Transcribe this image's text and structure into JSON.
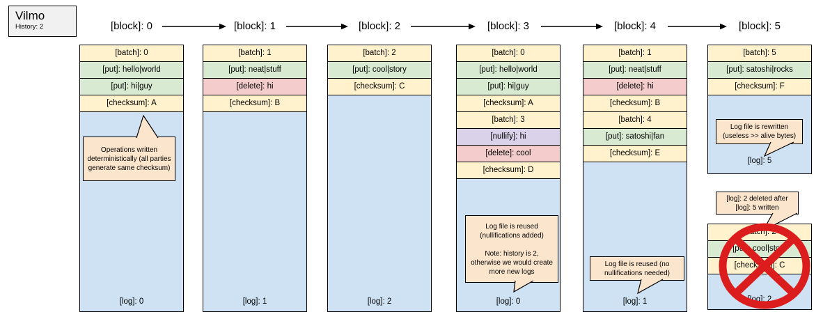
{
  "app": {
    "name": "Vilmo",
    "history": "History: 2"
  },
  "colors": {
    "batch_checksum": "#fff2cc",
    "put": "#d9ead3",
    "delete": "#f4cccc",
    "nullify": "#d9d2e9",
    "log_file": "#cfe2f3",
    "callout": "#fce5cd",
    "title_box": "#f1f1f1",
    "prohibition": "#dc1d1d"
  },
  "blocks": [
    {
      "label": "[block]: 0",
      "rows": [
        {
          "op": "batch",
          "label": "[batch]: 0"
        },
        {
          "op": "put",
          "label": "[put]: hello|world"
        },
        {
          "op": "put",
          "label": "[put]: hi|guy"
        },
        {
          "op": "checksum",
          "label": "[checksum]: A"
        }
      ],
      "log": "[log]: 0"
    },
    {
      "label": "[block]: 1",
      "rows": [
        {
          "op": "batch",
          "label": "[batch]: 1"
        },
        {
          "op": "put",
          "label": "[put]: neat|stuff"
        },
        {
          "op": "delete",
          "label": "[delete]: hi"
        },
        {
          "op": "checksum",
          "label": "[checksum]: B"
        }
      ],
      "log": "[log]: 1"
    },
    {
      "label": "[block]: 2",
      "rows": [
        {
          "op": "batch",
          "label": "[batch]: 2"
        },
        {
          "op": "put",
          "label": "[put]: cool|story"
        },
        {
          "op": "checksum",
          "label": "[checksum]: C"
        }
      ],
      "log": "[log]: 2"
    },
    {
      "label": "[block]: 3",
      "rows": [
        {
          "op": "batch",
          "label": "[batch]: 0"
        },
        {
          "op": "put",
          "label": "[put]: hello|world"
        },
        {
          "op": "put",
          "label": "[put]: hi|guy"
        },
        {
          "op": "checksum",
          "label": "[checksum]: A"
        },
        {
          "op": "batch",
          "label": "[batch]: 3"
        },
        {
          "op": "nullify",
          "label": "[nullify]: hi"
        },
        {
          "op": "delete",
          "label": "[delete]: cool"
        },
        {
          "op": "checksum",
          "label": "[checksum]: D"
        }
      ],
      "log": "[log]: 0"
    },
    {
      "label": "[block]: 4",
      "rows": [
        {
          "op": "batch",
          "label": "[batch]: 1"
        },
        {
          "op": "put",
          "label": "[put]: neat|stuff"
        },
        {
          "op": "delete",
          "label": "[delete]: hi"
        },
        {
          "op": "checksum",
          "label": "[checksum]: B"
        },
        {
          "op": "batch",
          "label": "[batch]: 4"
        },
        {
          "op": "put",
          "label": "[put]: satoshi|fan"
        },
        {
          "op": "checksum",
          "label": "[checksum]: E"
        }
      ],
      "log": "[log]: 1"
    },
    {
      "label": "[block]: 5",
      "rows": [
        {
          "op": "batch",
          "label": "[batch]: 5"
        },
        {
          "op": "put",
          "label": "[put]: satoshi|rocks"
        },
        {
          "op": "checksum",
          "label": "[checksum]: F"
        }
      ],
      "log": "[log]: 5"
    }
  ],
  "deleted_stack": {
    "rows": [
      {
        "op": "batch",
        "label": "[batch]: 2"
      },
      {
        "op": "put",
        "label": "[put]: cool|story"
      },
      {
        "op": "checksum",
        "label": "[checksum]: C"
      }
    ],
    "log": "[log]: 2"
  },
  "callouts": {
    "deterministic": {
      "text": "Operations written deterministically (all parties generate same checksum)"
    },
    "reuse_nullify": {
      "text": "Log file is reused (nullifications added)",
      "note": "Note: history is 2, otherwise we would create more new logs"
    },
    "reuse_clean": {
      "text": "Log file is reused (no nullifications needed)"
    },
    "rewrite": {
      "text": "Log file is rewritten (useless >> alive bytes)"
    },
    "deleted": {
      "text": "[log]: 2 deleted after [log]: 5 written"
    }
  }
}
